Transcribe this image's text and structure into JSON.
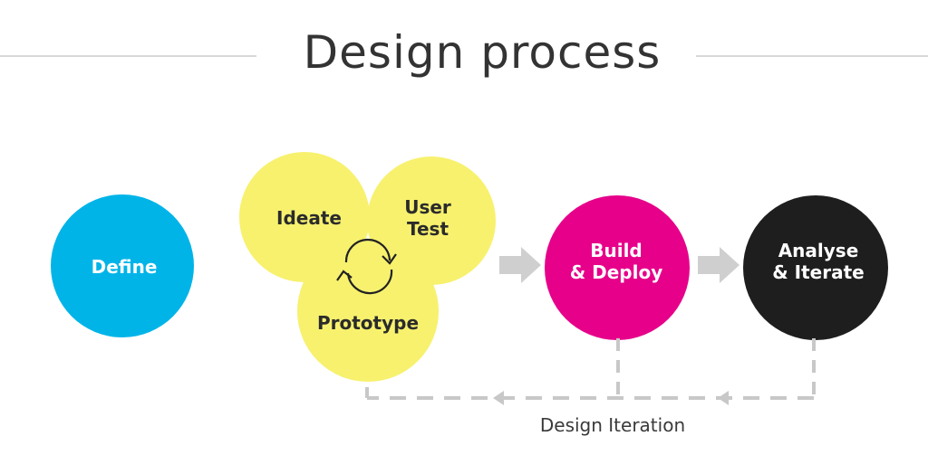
{
  "title": "Design process",
  "stages": {
    "define": "Define",
    "ideate": "Ideate",
    "user_test_line1": "User",
    "user_test_line2": "Test",
    "prototype": "Prototype",
    "build_line1": "Build",
    "build_line2": "& Deploy",
    "analyse_line1": "Analyse",
    "analyse_line2": "& Iterate"
  },
  "loop_label": "Design Iteration",
  "colors": {
    "define": "#00b4e8",
    "cluster": "#f7f16e",
    "build": "#e6008a",
    "analyse": "#1e1e1e",
    "connector": "#c8c8c8"
  },
  "icons": [
    "refresh-cycle-icon",
    "arrow-right-icon",
    "arrow-left-icon"
  ]
}
